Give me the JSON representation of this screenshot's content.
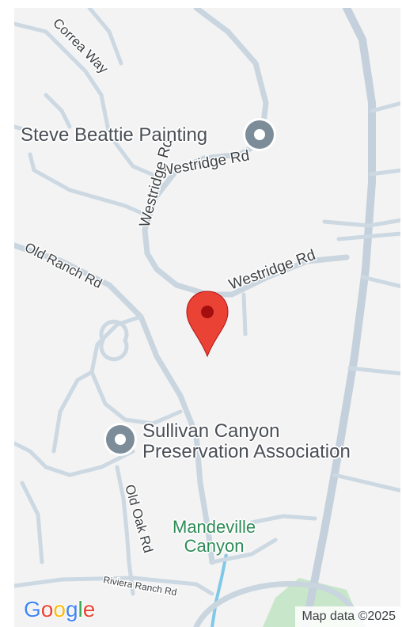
{
  "map": {
    "roads": {
      "correa_way": "Correa Way",
      "westridge_rd_upper": "Westridge Rd",
      "westridge_rd_left": "Westridge Rd",
      "westridge_rd_lower": "Westridge Rd",
      "old_ranch_rd": "Old Ranch Rd",
      "old_oak_rd": "Old Oak Rd",
      "riviera_ranch_rd": "Riviera Ranch Rd"
    },
    "places": {
      "steve_beattie": "Steve Beattie Painting",
      "sullivan_line1": "Sullivan Canyon",
      "sullivan_line2": "Preservation Association",
      "mandeville_line1": "Mandeville",
      "mandeville_line2": "Canyon"
    },
    "icons": {
      "poi": "place-marker-icon",
      "pin": "red-location-pin-icon"
    },
    "colors": {
      "pin": "#EA4335",
      "poi": "#7C8C99",
      "park_text": "#2E8B57",
      "water": "#7FC8E8"
    }
  },
  "branding": {
    "logo_letters": [
      "G",
      "o",
      "o",
      "g",
      "l",
      "e"
    ],
    "logo_colors": [
      "#4285F4",
      "#EA4335",
      "#FBBC05",
      "#4285F4",
      "#34A853",
      "#EA4335"
    ]
  },
  "attribution": "Map data ©2025"
}
